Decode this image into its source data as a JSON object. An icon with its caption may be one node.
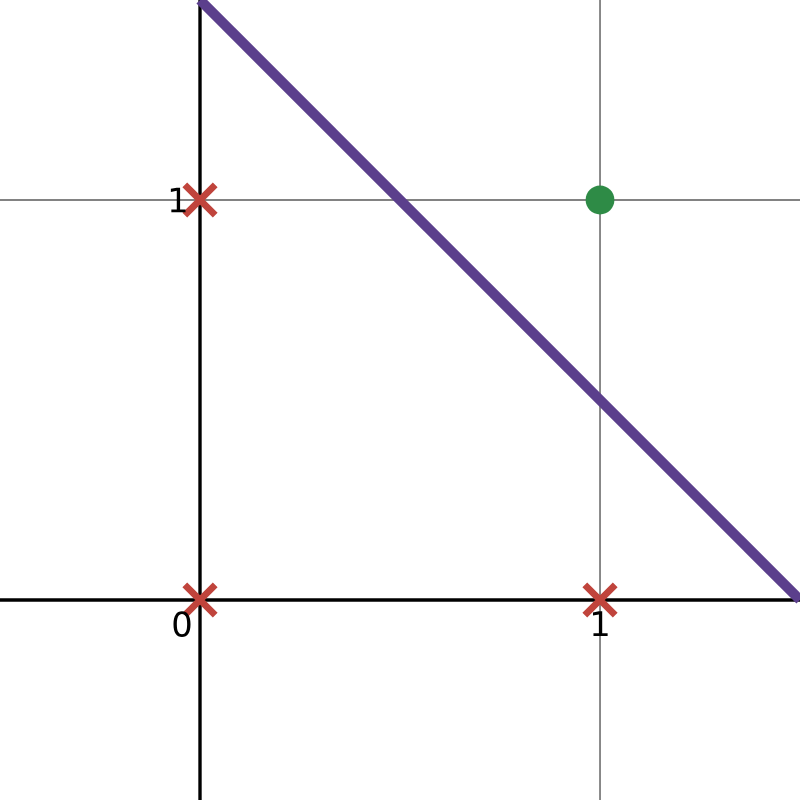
{
  "diagram": {
    "labels": [
      "1",
      "0",
      "1"
    ]
  }
}
